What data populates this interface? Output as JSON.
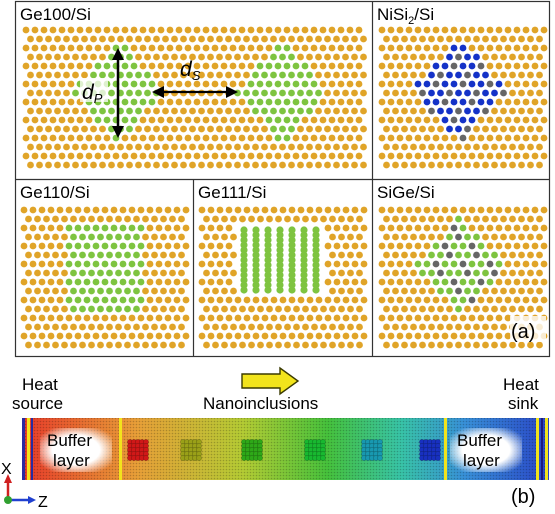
{
  "panel_a": {
    "tag": "(a)",
    "panels": [
      {
        "id": "ge100",
        "title": "Ge100/Si"
      },
      {
        "id": "nisi2",
        "title_main": "NiSi",
        "title_sub": "2",
        "title_tail": "/Si"
      },
      {
        "id": "ge110",
        "title": "Ge110/Si"
      },
      {
        "id": "ge111",
        "title": "Ge111/Si"
      },
      {
        "id": "sige",
        "title": "SiGe/Si"
      }
    ],
    "dp_main": "d",
    "dp_sub": "P",
    "ds_main": "d",
    "ds_sub": "S"
  },
  "panel_b": {
    "tag": "(b)",
    "heat_source": [
      "Heat",
      "source"
    ],
    "heat_sink": [
      "Heat",
      "sink"
    ],
    "nanoinclusions": "Nanoinclusions",
    "buffer_left": [
      "Buffer",
      "layer"
    ],
    "buffer_right": [
      "Buffer",
      "layer"
    ],
    "axis_x": "X",
    "axis_z": "Z"
  },
  "colors": {
    "si": "#e0a428",
    "ge": "#7ec440",
    "ni": "#1432c8",
    "dark": "#666666",
    "arrow": "#f2e41c"
  }
}
